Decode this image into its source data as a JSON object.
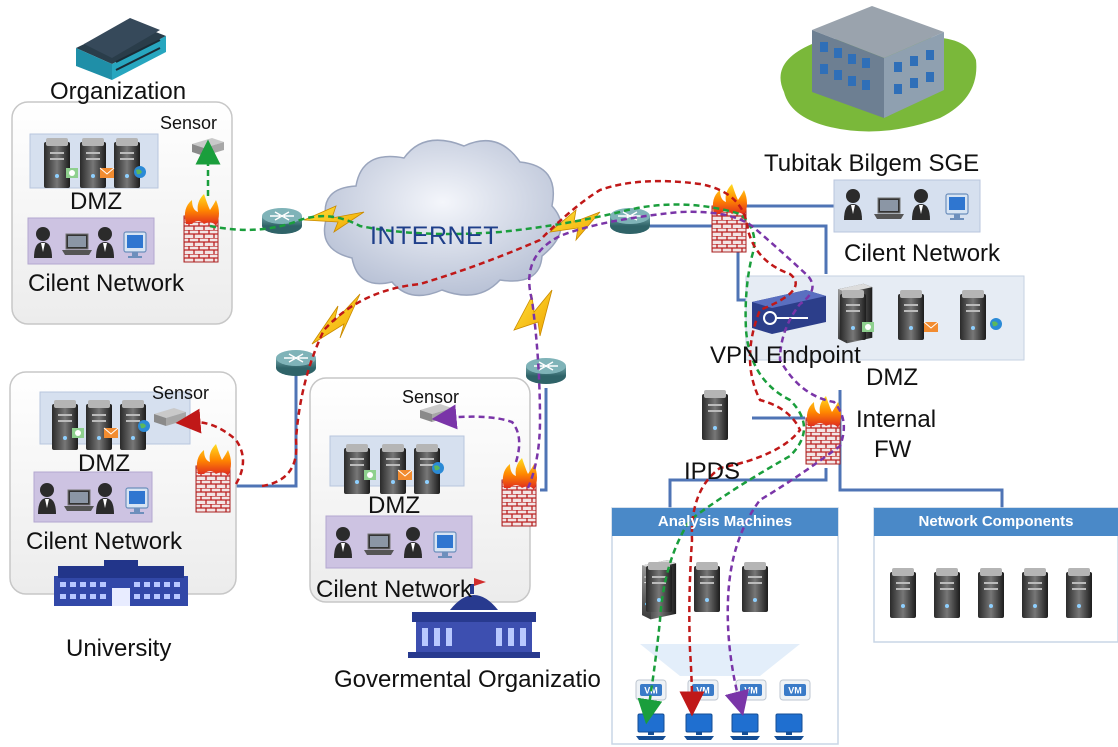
{
  "internet": {
    "label": "INTERNET"
  },
  "organization": {
    "title": "Organization",
    "sensor": "Sensor",
    "dmz": "DMZ",
    "client_network": "Cilent Network"
  },
  "university": {
    "title": "University",
    "sensor": "Sensor",
    "dmz": "DMZ",
    "client_network": "Cilent Network"
  },
  "government": {
    "title": "Govermental Organizatio",
    "sensor": "Sensor",
    "dmz": "DMZ",
    "client_network": "Cilent Network"
  },
  "sge": {
    "title": "Tubitak Bilgem SGE",
    "client_network": "Cilent Network",
    "vpn_endpoint": "VPN Endpoint",
    "dmz": "DMZ",
    "internal_fw_line1": "Internal",
    "internal_fw_line2": "FW",
    "ipds": "IPDS",
    "analysis_panel": "Analysis Machines",
    "network_panel": "Network Components",
    "vm_label": "VM"
  },
  "colors": {
    "green_flow": "#1a9e3c",
    "red_flow": "#c01818",
    "purple_flow": "#7a35a8",
    "link_blue": "#4f74b5",
    "panel_blue": "#4a89c8"
  }
}
